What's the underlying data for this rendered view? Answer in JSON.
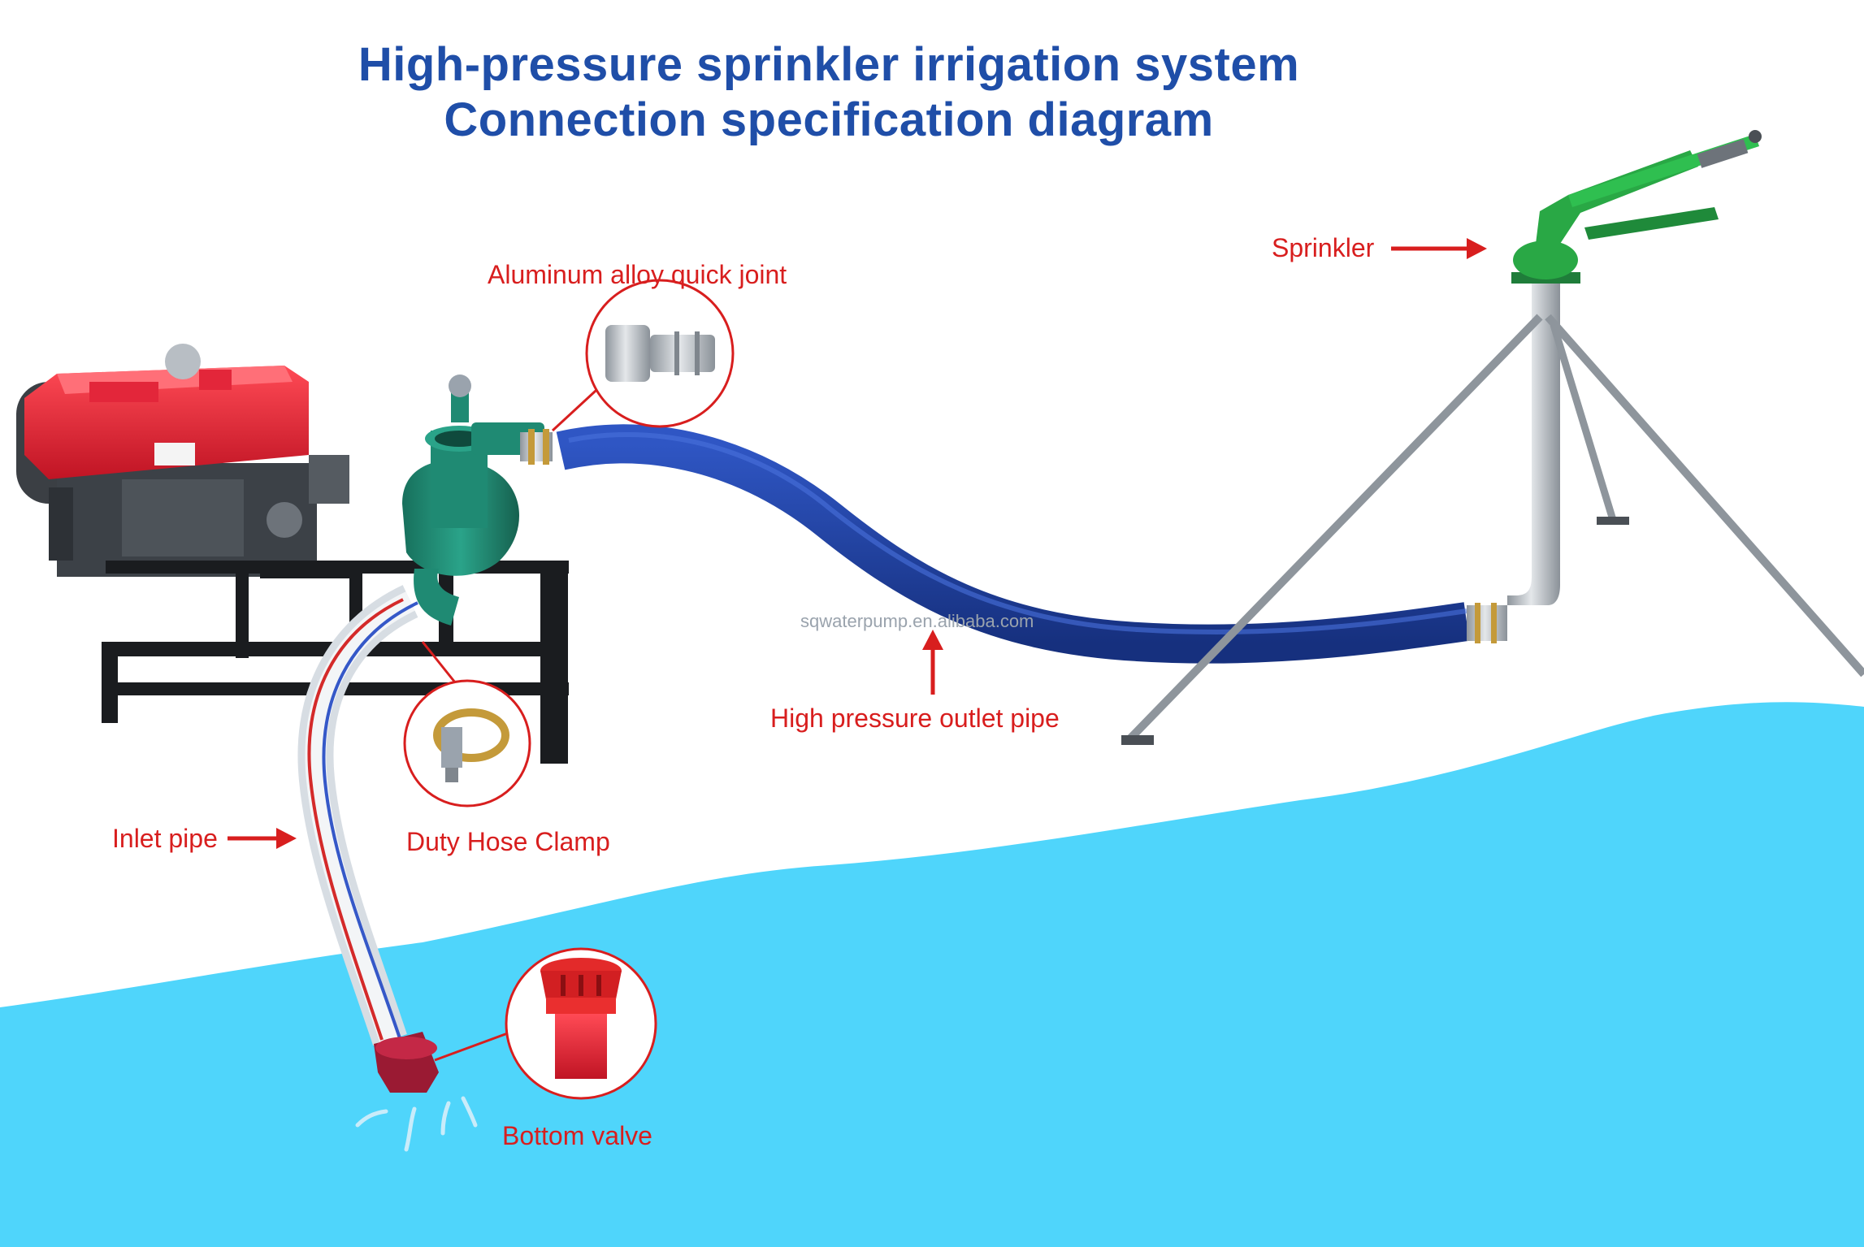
{
  "title": {
    "line1": "High-pressure sprinkler irrigation system",
    "line2": "Connection specification diagram"
  },
  "labels": {
    "sprinkler": "Sprinkler",
    "quick_joint": "Aluminum alloy quick joint",
    "outlet_pipe": "High pressure outlet pipe",
    "inlet_pipe": "Inlet pipe",
    "hose_clamp": "Duty Hose Clamp",
    "bottom_valve": "Bottom valve"
  },
  "watermark": "sqwaterpump.en.alibaba.com",
  "colors": {
    "title": "#1f4ea8",
    "label": "#d81e1e",
    "water": "#4fd5fb",
    "hose": "#1f3f9c",
    "pump": "#1f8a73",
    "engine": "#e3263a",
    "sprinkler": "#29a845",
    "metal": "#b8bec4"
  }
}
